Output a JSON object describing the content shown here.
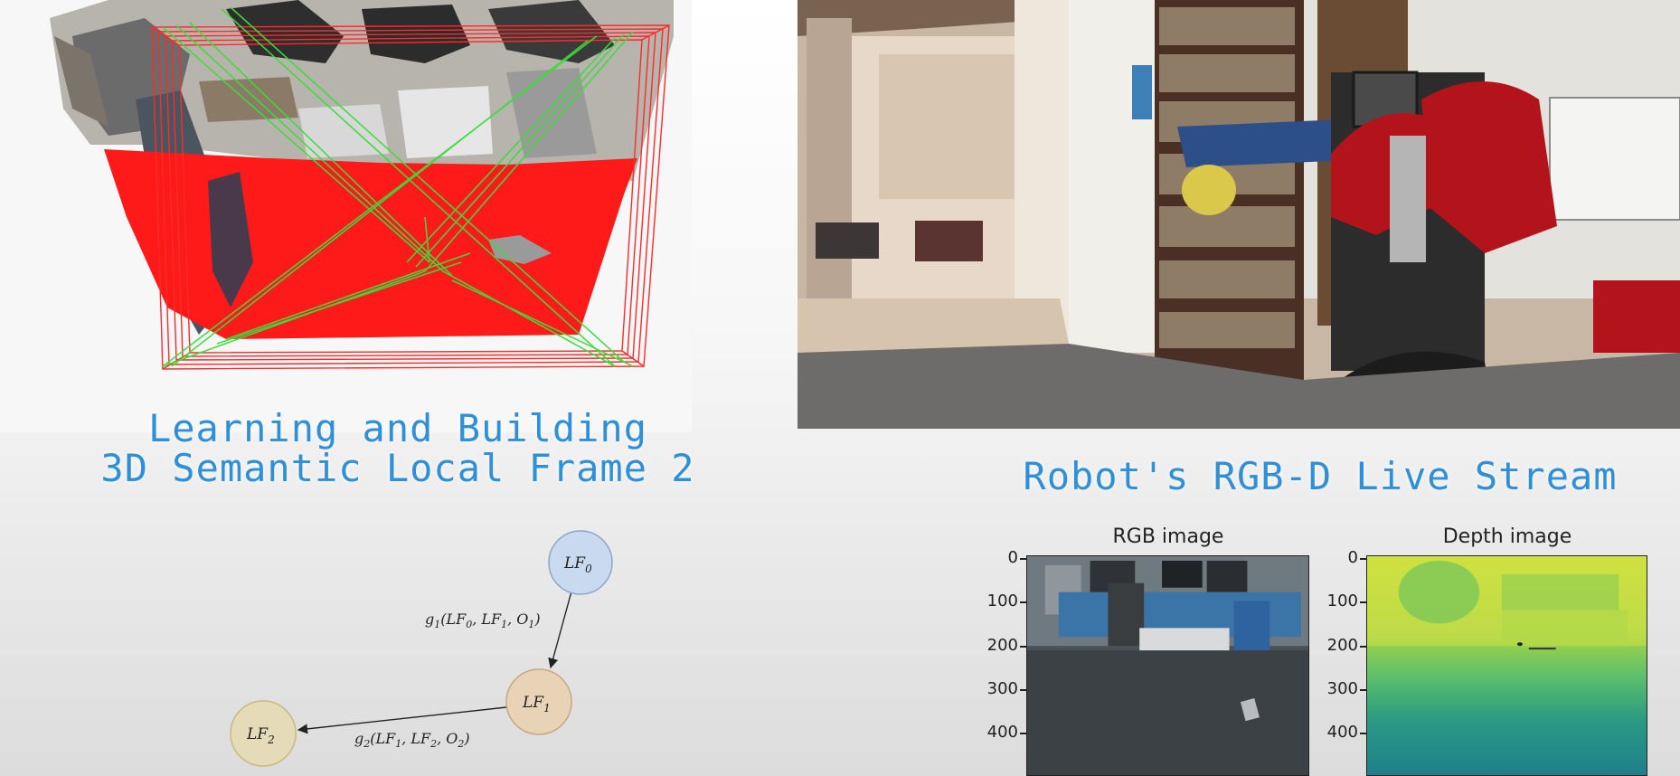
{
  "left_panel": {
    "title_line1": "Learning and Building",
    "title_line2": "3D Semantic Local Frame 2"
  },
  "right_panel": {
    "title": "Robot's RGB-D Live Stream"
  },
  "graph": {
    "nodes": [
      "LF0",
      "LF1",
      "LF2"
    ],
    "edges": [
      {
        "from": "LF0",
        "to": "LF1",
        "label": "g1(LF0, LF1, O1)"
      },
      {
        "from": "LF1",
        "to": "LF2",
        "label": "g2(LF1, LF2, O2)"
      }
    ],
    "colors": {
      "LF0": "#c9d9ef",
      "LF1": "#e8d3b6",
      "LF2": "#e6dbb8"
    }
  },
  "plots": {
    "rgb": {
      "title": "RGB image",
      "y_ticks": [
        "0",
        "100",
        "200",
        "300",
        "400"
      ]
    },
    "depth": {
      "title": "Depth image",
      "y_ticks": [
        "0",
        "100",
        "200",
        "300",
        "400"
      ]
    }
  },
  "colors": {
    "title_blue": "#2f8fd8",
    "semantic_red": "#ff1a1a",
    "frame_green": "#3ddc3d"
  }
}
